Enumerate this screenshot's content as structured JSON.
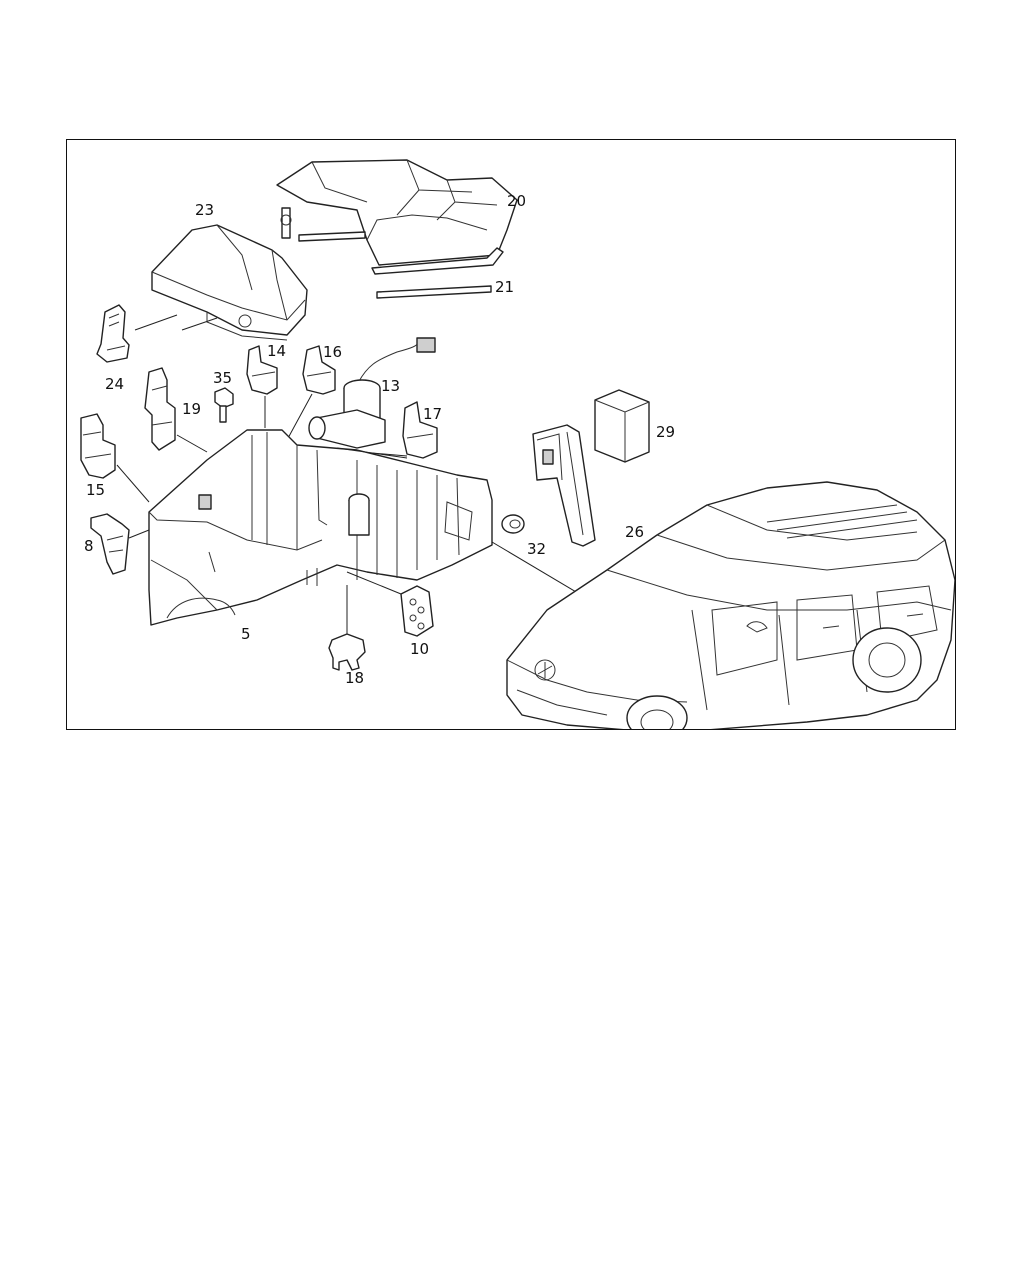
{
  "diagram": {
    "callouts": [
      {
        "id": "23",
        "label": "23"
      },
      {
        "id": "20",
        "label": "20"
      },
      {
        "id": "21",
        "label": "21"
      },
      {
        "id": "24",
        "label": "24"
      },
      {
        "id": "14",
        "label": "14"
      },
      {
        "id": "16",
        "label": "16"
      },
      {
        "id": "13",
        "label": "13"
      },
      {
        "id": "35",
        "label": "35"
      },
      {
        "id": "19",
        "label": "19"
      },
      {
        "id": "17",
        "label": "17"
      },
      {
        "id": "29",
        "label": "29"
      },
      {
        "id": "15",
        "label": "15"
      },
      {
        "id": "26",
        "label": "26"
      },
      {
        "id": "32",
        "label": "32"
      },
      {
        "id": "8",
        "label": "8"
      },
      {
        "id": "5",
        "label": "5"
      },
      {
        "id": "10",
        "label": "10"
      },
      {
        "id": "18",
        "label": "18"
      }
    ]
  }
}
